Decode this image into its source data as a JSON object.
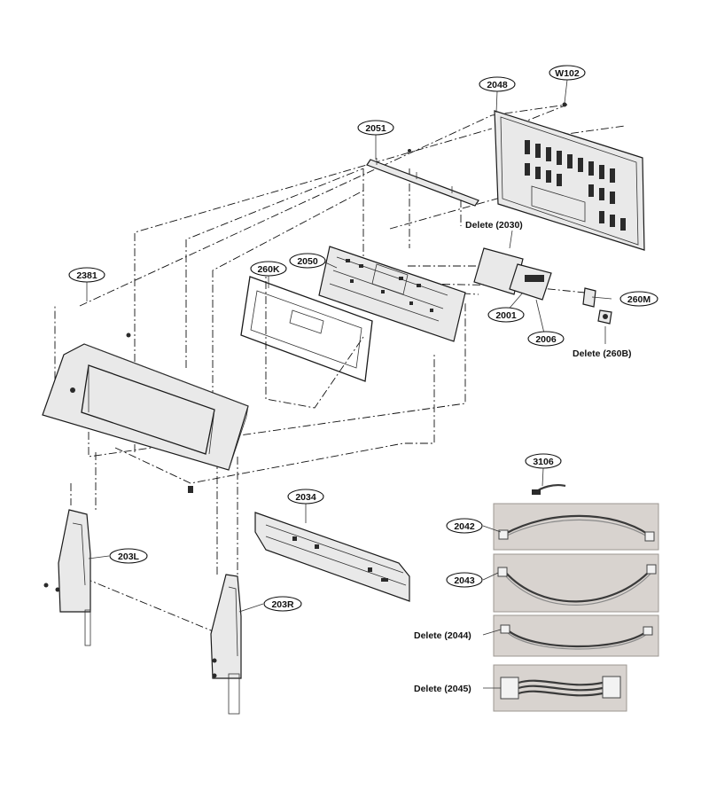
{
  "callouts": [
    {
      "id": "W102",
      "label": "W102"
    },
    {
      "id": "2048",
      "label": "2048"
    },
    {
      "id": "2051",
      "label": "2051"
    },
    {
      "id": "2381",
      "label": "2381"
    },
    {
      "id": "260K",
      "label": "260K"
    },
    {
      "id": "2050",
      "label": "2050"
    },
    {
      "id": "260M",
      "label": "260M"
    },
    {
      "id": "2001",
      "label": "2001"
    },
    {
      "id": "2006",
      "label": "2006"
    },
    {
      "id": "3106",
      "label": "3106"
    },
    {
      "id": "2042",
      "label": "2042"
    },
    {
      "id": "2043",
      "label": "2043"
    },
    {
      "id": "2034",
      "label": "2034"
    },
    {
      "id": "203L",
      "label": "203L"
    },
    {
      "id": "203R",
      "label": "203R"
    }
  ],
  "notes": {
    "delete_2030": "Delete (2030)",
    "delete_260B": "Delete (260B)",
    "delete_2044": "Delete (2044)",
    "delete_2045": "Delete (2045)"
  }
}
